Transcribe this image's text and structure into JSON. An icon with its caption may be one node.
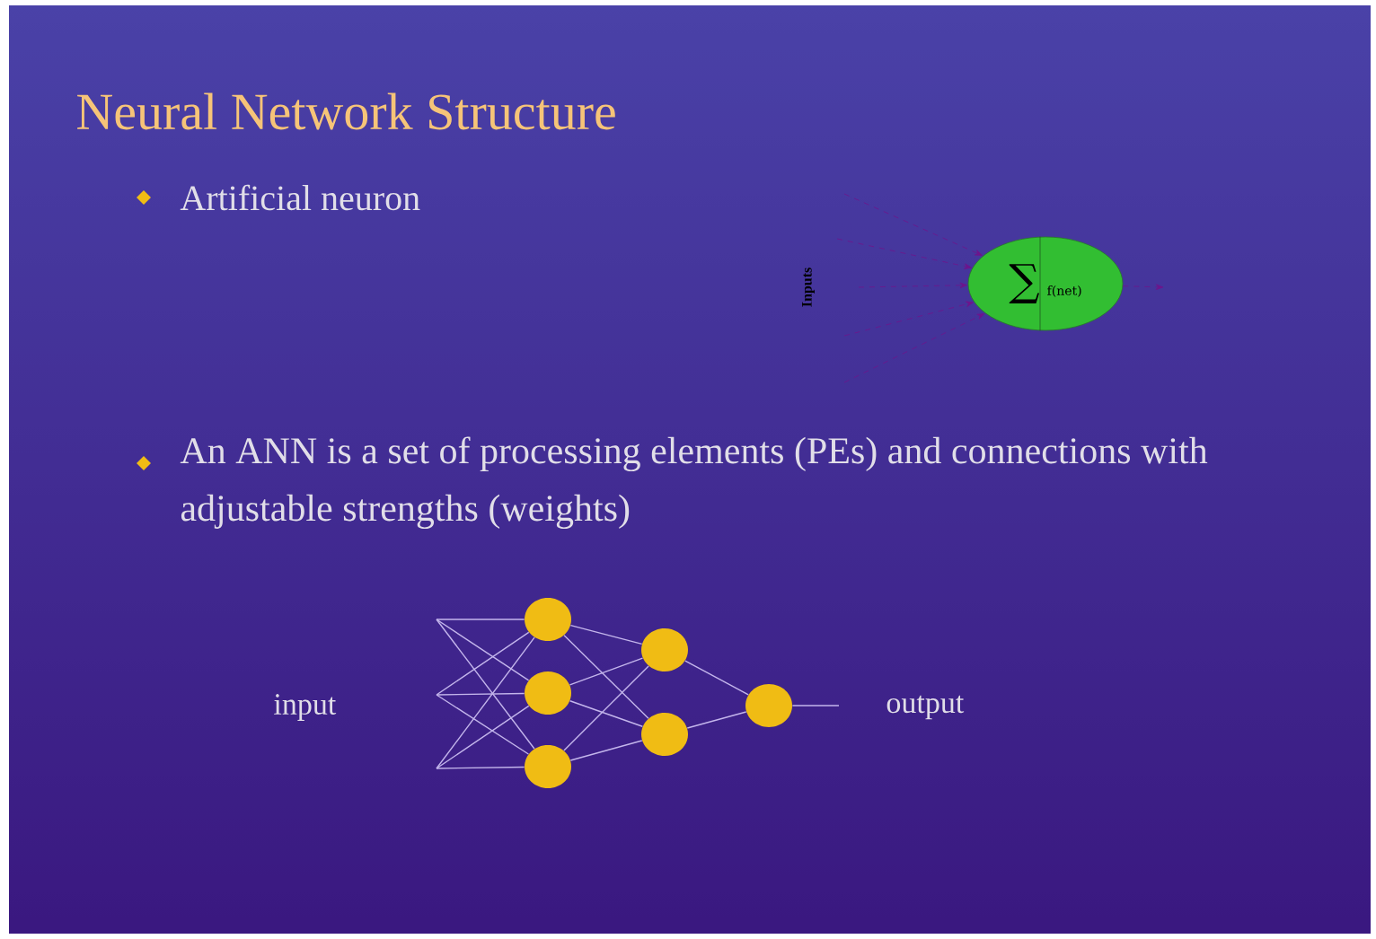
{
  "diagram": {
    "title": "Neural Network Structure",
    "nodes": [
      {
        "text": [
          "∑",
          "f(net)"
        ]
      },
      {
        "text": [],
        "shape": "circle"
      },
      {
        "text": [],
        "shape": "circle"
      },
      {
        "text": [],
        "shape": "circle"
      },
      {
        "text": [],
        "shape": "circle"
      },
      {
        "text": [],
        "shape": "circle"
      },
      {
        "text": [],
        "shape": "circle"
      }
    ],
    "edges": [
      {
        "from": null,
        "to": 0,
        "arrow": "to",
        "style": "dashed",
        "color": "#6e148c"
      },
      {
        "from": null,
        "to": 0,
        "arrow": "to",
        "style": "dashed",
        "color": "#6e148c"
      },
      {
        "from": null,
        "to": 0,
        "arrow": "to",
        "style": "dashed",
        "color": "#6e148c"
      },
      {
        "from": null,
        "to": 0,
        "arrow": "to",
        "style": "dashed",
        "color": "#6e148c"
      },
      {
        "from": null,
        "to": 0,
        "arrow": "to",
        "style": "dashed",
        "color": "#6e148c"
      },
      {
        "from": 0,
        "to": null,
        "arrow": "to",
        "style": "dashed",
        "color": "#6e148c"
      },
      {
        "from": null,
        "to": 1,
        "arrow": "none"
      },
      {
        "from": null,
        "to": 2,
        "arrow": "none"
      },
      {
        "from": null,
        "to": 3,
        "arrow": "none"
      },
      {
        "from": null,
        "to": 1,
        "arrow": "none"
      },
      {
        "from": null,
        "to": 2,
        "arrow": "none"
      },
      {
        "from": null,
        "to": 3,
        "arrow": "none"
      },
      {
        "from": null,
        "to": 1,
        "arrow": "none"
      },
      {
        "from": null,
        "to": 2,
        "arrow": "none"
      },
      {
        "from": null,
        "to": 3,
        "arrow": "none"
      },
      {
        "from": 1,
        "to": 4,
        "arrow": "none"
      },
      {
        "from": 1,
        "to": 5,
        "arrow": "none"
      },
      {
        "from": 2,
        "to": 4,
        "arrow": "none"
      },
      {
        "from": 2,
        "to": 5,
        "arrow": "none"
      },
      {
        "from": 3,
        "to": 4,
        "arrow": "none"
      },
      {
        "from": 3,
        "to": 5,
        "arrow": "none"
      },
      {
        "from": 4,
        "to": 6,
        "arrow": "none"
      },
      {
        "from": 5,
        "to": 6,
        "arrow": "none"
      },
      {
        "from": 6,
        "to": null,
        "arrow": "none"
      }
    ],
    "labels": [
      "Artificial neuron",
      "Inputs",
      "An ANN is a set of processing elements (PEs) and connections with adjustable strengths (weights)",
      "input",
      "output"
    ]
  }
}
